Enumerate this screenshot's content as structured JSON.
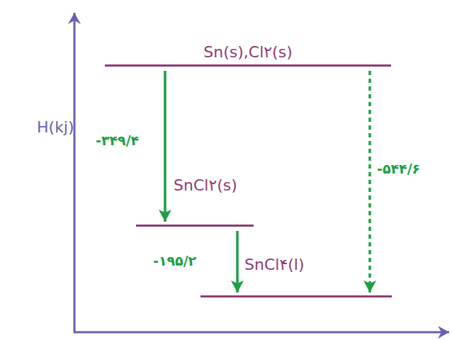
{
  "diagram": {
    "nodes": [
      {
        "text": [
          "Sn(s),Cl۲(s)"
        ]
      },
      {
        "text": [
          "SnCl۲(s)"
        ]
      },
      {
        "text": [
          "SnCl۴(l)"
        ]
      }
    ],
    "edges": [
      {
        "from": 0,
        "to": 1,
        "arrow": "to",
        "label": "-۳۴۹/۴"
      },
      {
        "from": 1,
        "to": 2,
        "arrow": "to",
        "label": "-۱۹۵/۲"
      },
      {
        "from": 0,
        "to": 2,
        "arrow": "to",
        "label": "-۵۴۴/۶"
      }
    ],
    "labels": [
      "H(kj)"
    ]
  }
}
